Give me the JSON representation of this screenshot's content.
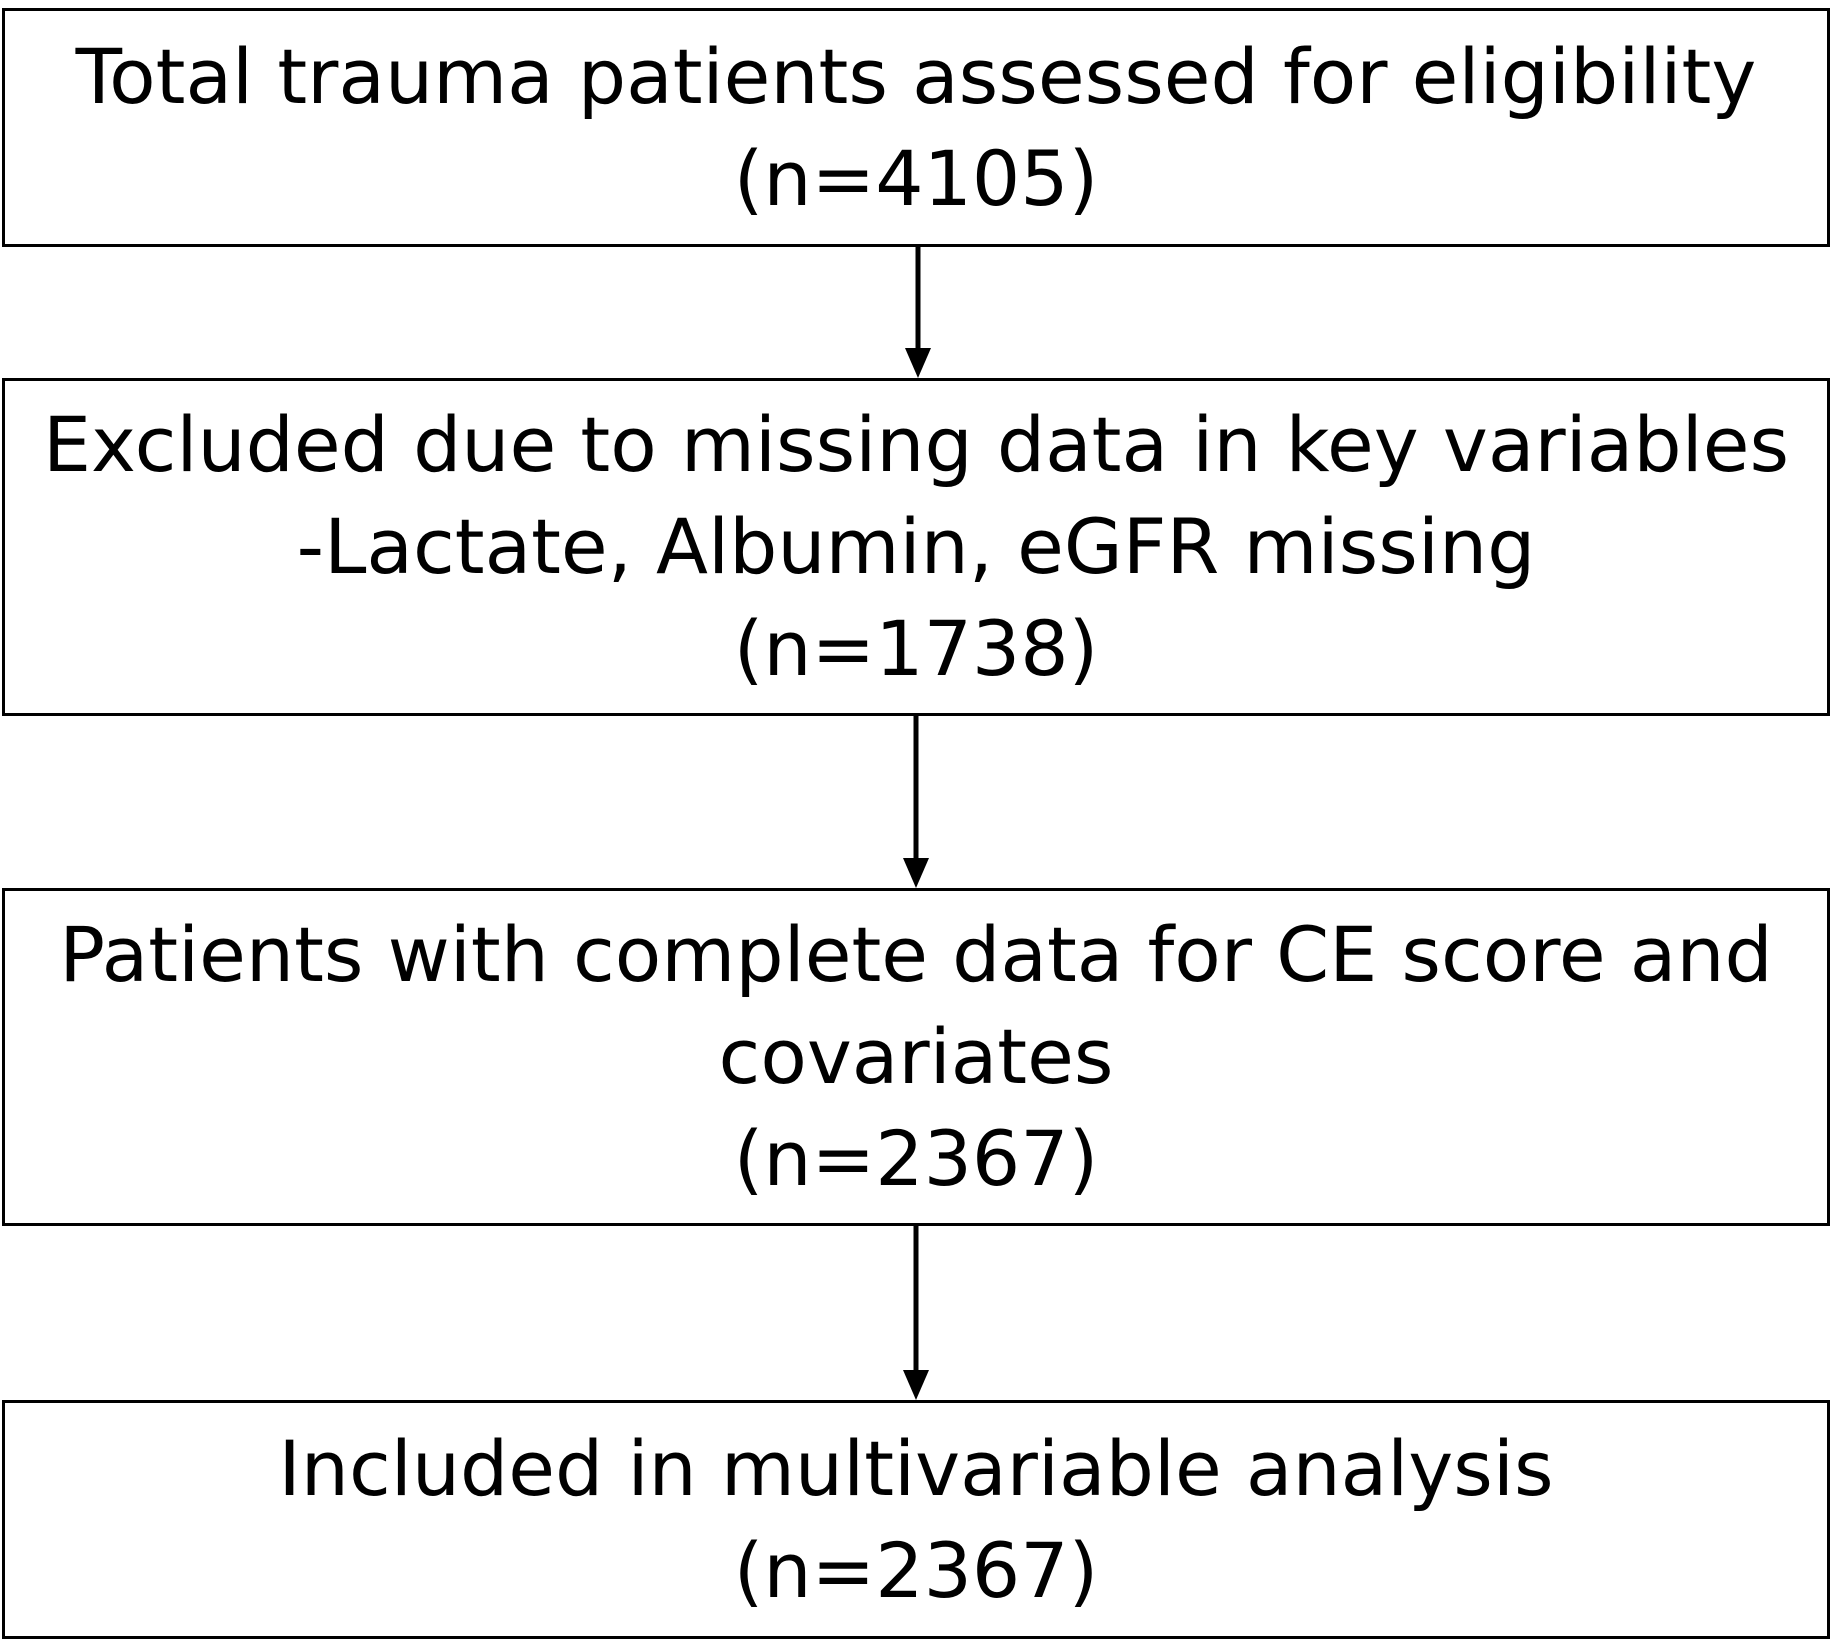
{
  "boxes": [
    {
      "lines": [
        "Total trauma patients assessed for eligibility",
        "(n=4105)"
      ]
    },
    {
      "lines": [
        "Excluded due to missing data in key variables",
        "-Lactate, Albumin, eGFR missing",
        "(n=1738)"
      ]
    },
    {
      "lines": [
        "Patients with complete data for CE score and",
        "covariates",
        "(n=2367)"
      ]
    },
    {
      "lines": [
        "Included in multivariable analysis",
        "(n=2367)"
      ]
    }
  ]
}
